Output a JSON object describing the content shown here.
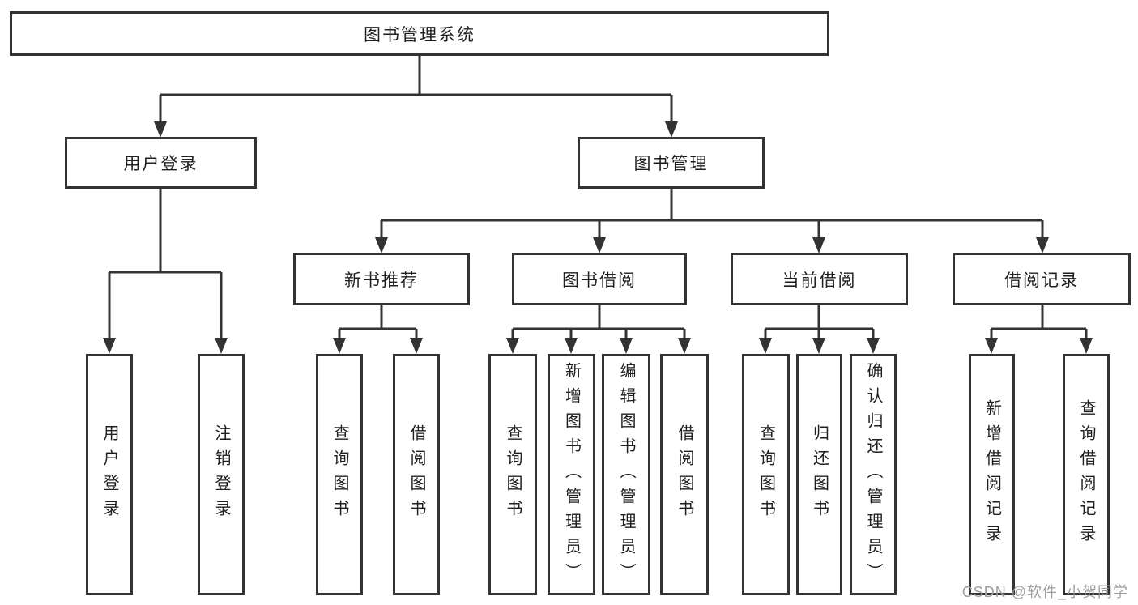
{
  "diagram": {
    "root": "图书管理系统",
    "branches": [
      {
        "label": "用户登录",
        "children": [
          "用户登录",
          "注销登录"
        ]
      },
      {
        "label": "图书管理",
        "sections": [
          {
            "label": "新书推荐",
            "children": [
              "查询图书",
              "借阅图书"
            ]
          },
          {
            "label": "图书借阅",
            "children": [
              "查询图书",
              "新增图书（管理员）",
              "编辑图书（管理员）",
              "借阅图书"
            ]
          },
          {
            "label": "当前借阅",
            "children": [
              "查询图书",
              "归还图书",
              "确认归还（管理员）"
            ]
          },
          {
            "label": "借阅记录",
            "children": [
              "新增借阅记录",
              "查询借阅记录"
            ]
          }
        ]
      }
    ]
  },
  "watermark": "CSDN @软件_小贺同学",
  "colors": {
    "connector": "#333333",
    "box_border": "#333333",
    "text": "#1f1f1f",
    "watermark": "#9e9e9e",
    "background": "#ffffff"
  }
}
